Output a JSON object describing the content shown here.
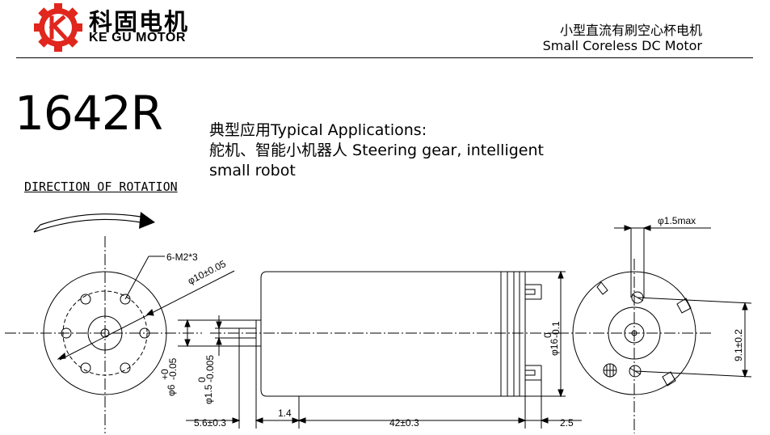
{
  "header": {
    "brand_cn": "科固电机",
    "brand_en": "KE GU MOTOR",
    "subtitle_cn": "小型直流有刷空心杯电机",
    "subtitle_en": "Small Coreless DC Motor"
  },
  "model": "1642R",
  "applications": {
    "line1": "典型应用Typical Applications:",
    "line2": "舵机、智能小机器人 Steering gear, intelligent",
    "line3": "small robot"
  },
  "direction_label": "DIRECTION OF ROTATION",
  "dimensions": {
    "mount_holes": "6-M2*3",
    "hole_circle": "φ10±0.05",
    "body_diameter": "φ16",
    "body_tol_upper": "0",
    "body_tol_lower": "-0.1",
    "terminal_diameter": "φ1.5max",
    "terminal_spacing": "9.1±0.2",
    "boss_diameter": "φ6",
    "boss_tol_upper": "+0",
    "boss_tol_lower": "-0.05",
    "shaft_diameter": "φ1.5",
    "shaft_tol_upper": "0",
    "shaft_tol_lower": "-0.005",
    "shaft_length": "5.6±0.3",
    "boss_length": "1.4",
    "body_length": "42±0.3",
    "terminal_length": "2.5"
  },
  "colors": {
    "logo_red": "#e0261d",
    "line": "#000000"
  },
  "icons": {
    "logo": "kegu-gear-k-logo"
  }
}
